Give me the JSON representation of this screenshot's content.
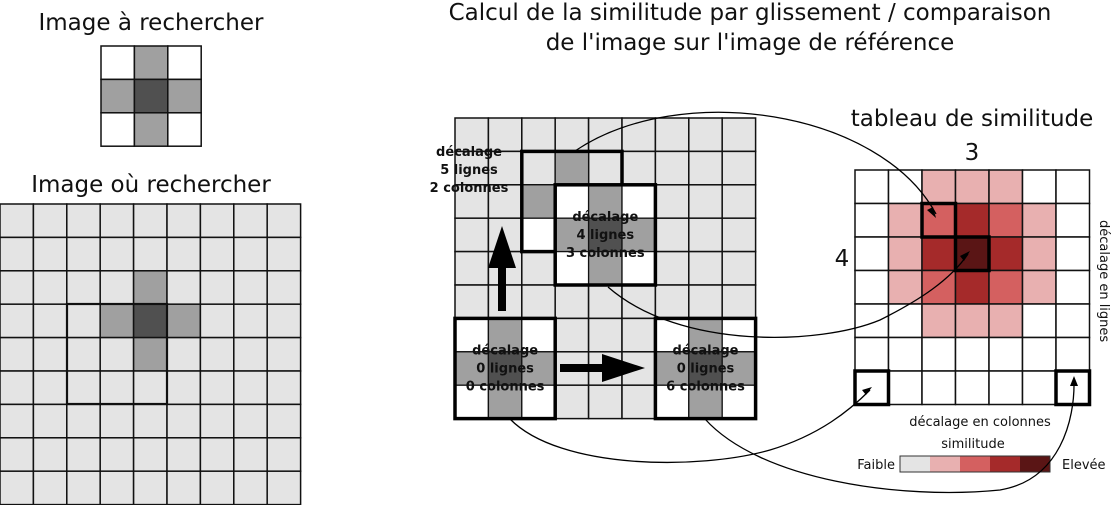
{
  "titles": {
    "template_title": "Image à rechercher",
    "search_title": "Image où rechercher",
    "main_title_line1": "Calcul de la similitude par glissement / comparaison",
    "main_title_line2": "de l'image sur l'image de référence",
    "table_title": "tableau de similitude"
  },
  "colors": {
    "background_cell": "#e4e4e4",
    "empty_cell": "#ffffff",
    "cross_arm": "#a0a0a0",
    "cross_center": "#505050",
    "similarity_levels": [
      "#ffffff",
      "#e8b0b0",
      "#d46060",
      "#a52a2a",
      "#5a1515"
    ],
    "legend_levels": [
      "#e4e4e4",
      "#e8b0b0",
      "#d46060",
      "#a52a2a",
      "#5a1515"
    ]
  },
  "offset_boxes": [
    {
      "lines": [
        "décalage",
        "5 lignes",
        "2 colonnes"
      ]
    },
    {
      "lines": [
        "décalage",
        "4 lignes",
        "3 colonnes"
      ]
    },
    {
      "lines": [
        "décalage",
        "0 lignes",
        "0 colonnes"
      ]
    },
    {
      "lines": [
        "décalage",
        "0 lignes",
        "6 colonnes"
      ]
    }
  ],
  "similarity_table": {
    "column_marker": "3",
    "row_marker": "4",
    "row_axis_label": "décalage en lignes",
    "column_axis_label": "décalage en colonnes",
    "levels": [
      [
        0,
        0,
        1,
        1,
        1,
        0,
        0
      ],
      [
        0,
        1,
        2,
        3,
        2,
        1,
        0
      ],
      [
        0,
        1,
        3,
        4,
        3,
        1,
        0
      ],
      [
        0,
        1,
        2,
        3,
        2,
        1,
        0
      ],
      [
        0,
        0,
        1,
        1,
        1,
        0,
        0
      ],
      [
        0,
        0,
        0,
        0,
        0,
        0,
        0
      ],
      [
        0,
        0,
        0,
        0,
        0,
        0,
        0
      ]
    ],
    "highlighted_cells": [
      [
        1,
        2
      ],
      [
        2,
        3
      ],
      [
        6,
        0
      ],
      [
        6,
        6
      ]
    ]
  },
  "legend": {
    "title": "similitude",
    "low_label": "Faible",
    "high_label": "Elevée"
  }
}
